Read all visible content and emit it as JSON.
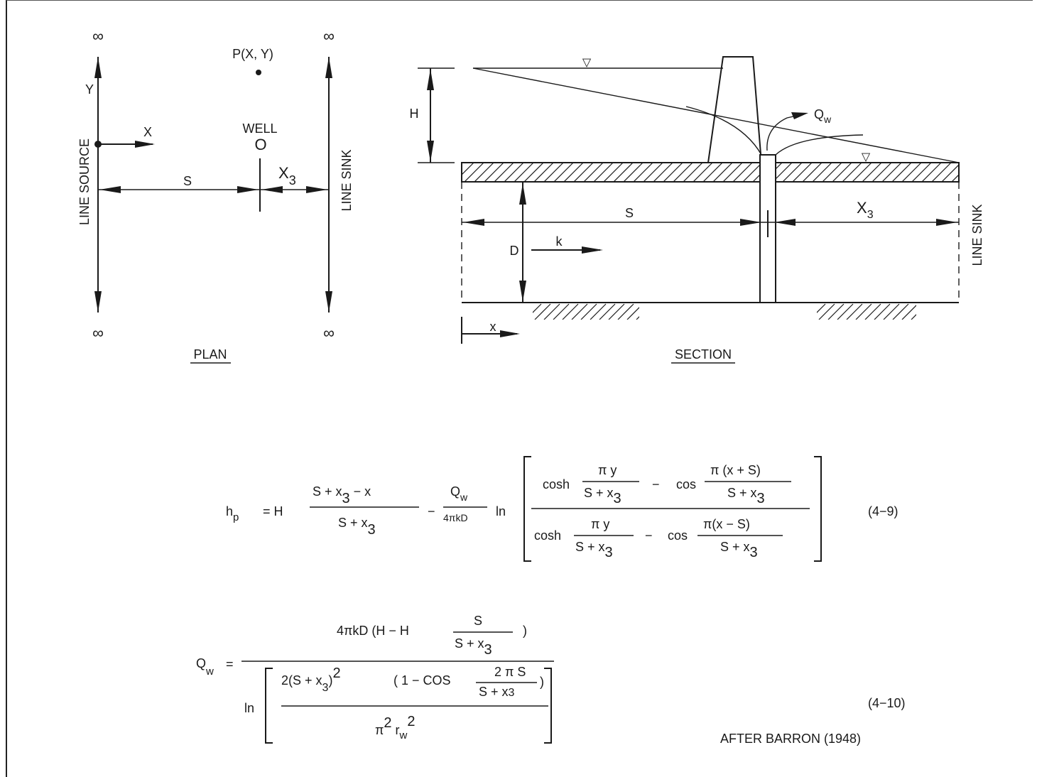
{
  "plan": {
    "infinity": "∞",
    "point_label": "P(X, Y)",
    "y_axis": "Y",
    "x_axis": "X",
    "well_label": "WELL",
    "well_symbol": "O",
    "line_source": "LINE SOURCE",
    "line_sink": "LINE SINK",
    "s_label": "S",
    "x3_label": "X",
    "x3_sub": "3",
    "caption": "PLAN"
  },
  "section": {
    "h_label": "H",
    "qw_label": "Q",
    "qw_sub": "w",
    "s_label": "S",
    "x3_label": "X",
    "x3_sub": "3",
    "d_label": "D",
    "k_label": "k",
    "x_label": "x",
    "line_sink": "LINE SINK",
    "caption": "SECTION",
    "water_symbol": "▽"
  },
  "equation_1": {
    "lhs_h": "h",
    "lhs_sub": "p",
    "equals_H": "= H",
    "frac1_num_a": "S + x",
    "frac1_num_sub": "3",
    "frac1_num_b": " − x",
    "frac1_den": "S + x",
    "frac1_den_sub": "3",
    "minus": "−",
    "frac2_num": "Q",
    "frac2_num_sub": "w",
    "frac2_den": "4πkD",
    "ln": "ln",
    "cosh": "cosh",
    "cos": "cos",
    "pi_y": "π y",
    "pi_x_plus_s": "π (x + S)",
    "pi_x_minus_s": "π(x − S)",
    "s_plus_x": "S + x",
    "sub3": "3",
    "dash": "−",
    "number": "(4−9)"
  },
  "equation_2": {
    "lhs": "Q",
    "lhs_sub": "w",
    "equals": "=",
    "num_text": "4πkD (H − H",
    "num_close": ")",
    "num_frac_num": "S",
    "num_frac_den": "S + x",
    "num_frac_den_sub": "3",
    "ln": "ln",
    "inner_a": "2(S + x",
    "inner_sub": "3",
    "inner_b": ")",
    "inner_sup": "2",
    "inner_c": "( 1 − COS",
    "inner_frac_num": "2 π S",
    "inner_frac_den": "S + x",
    "inner_frac_den_sub": "3",
    "inner_close": ")",
    "den_pi": "π",
    "den_pi_sup": "2",
    "den_r": " r",
    "den_r_sub": "w",
    "den_r_sup": "2",
    "number": "(4−10)"
  },
  "attribution": "AFTER BARRON (1948)"
}
